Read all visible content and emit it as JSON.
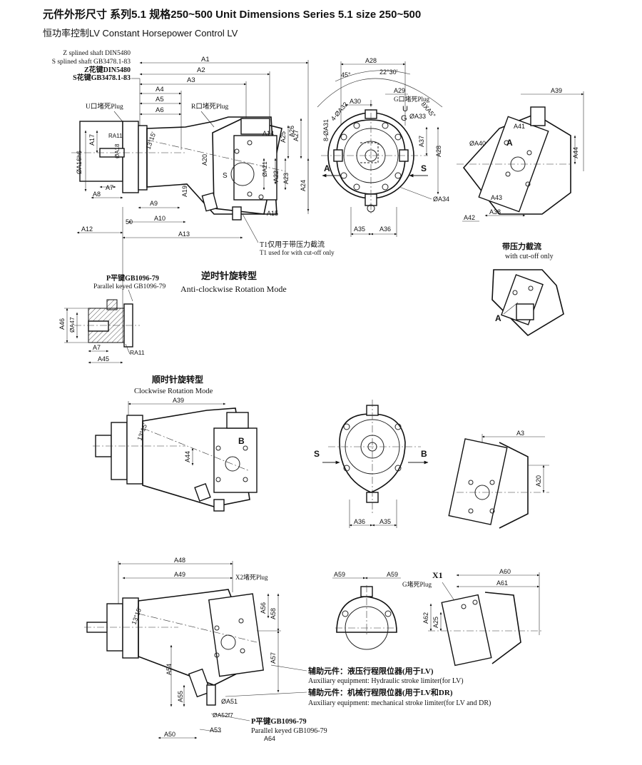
{
  "header": {
    "title": "元件外形尺寸 系列5.1 规格250~500    Unit Dimensions Series 5.1 size 250~500",
    "subtitle": "恒功率控制LV    Constant Horsepower Control LV"
  },
  "top_left_view": {
    "notes": [
      "Z splined shaft DIN5480",
      "S splined shaft GB3478.1-83",
      "Z花键DIN5480",
      "S花键GB3478.1-83"
    ],
    "u_plug": "U口堵死Plug",
    "r_plug": "R口堵死Plug",
    "t1_note_cn": "T1仅用于带压力截流",
    "t1_note_en": "T1 used for with cut-off only",
    "dims": {
      "a1": "A1",
      "a2": "A2",
      "a3": "A3",
      "a4": "A4",
      "a5": "A5",
      "a6": "A6",
      "a7": "A7",
      "a8": "A8",
      "a9": "A9",
      "a10": "A10",
      "a12": "A12",
      "a13": "A13",
      "a14": "A14",
      "a15": "A15",
      "a16": "ØA16h6",
      "a17": "A17",
      "a18": "ØA18",
      "a19": "A19",
      "a20": "A20",
      "a21": "ØA21",
      "a22": "A22",
      "a23": "A23",
      "a24": "A24",
      "a25": "A25",
      "a26": "A26",
      "a27": "A27",
      "ra11": "RA11",
      "angle": "13°15'",
      "fifty": "50",
      "s": "S"
    }
  },
  "top_center_view": {
    "dims": {
      "a28": "A28",
      "a28b": "A28",
      "a29": "A29",
      "a30": "A30",
      "a31": "8-ØA31",
      "a32": "4-ØA32",
      "a33": "ØA33",
      "a34": "ØA34",
      "a35": "A35",
      "a36": "A36",
      "a37": "A37",
      "ang45": "45°",
      "ang22": "22°30'",
      "ang8x": "8XA5°"
    },
    "ports": {
      "g": "G",
      "u": "U",
      "a": "A",
      "s": "S"
    },
    "g_plug": "G口堵死Plug"
  },
  "top_right_view": {
    "dims": {
      "a39": "A39",
      "a40": "ØA40",
      "a41": "A41",
      "a42": "A42",
      "a43": "A43",
      "a44": "A44",
      "a38": "A38"
    },
    "port_a": "A",
    "cutoff_cn": "带压力截流",
    "cutoff_en": "with cut-off only",
    "port_a2": "A"
  },
  "key_view": {
    "title_cn": "P平键GB1096-79",
    "title_en": "Parallel keyed GB1096-79",
    "dims": {
      "a46": "A46",
      "a47": "ØA47",
      "a7": "A7",
      "a45": "A45",
      "ra11": "RA11"
    }
  },
  "acw_mode": {
    "cn": "逆时针旋转型",
    "en": "Anti-clockwise Rotation Mode"
  },
  "cw_mode": {
    "cn": "顺时针旋转型",
    "en": "Clockwise Rotation Mode"
  },
  "middle_left_view": {
    "a39": "A39",
    "a44": "A44",
    "b": "B",
    "angle": "13°15'"
  },
  "middle_center_view": {
    "s": "S",
    "b": "B",
    "a36": "A36",
    "a35": "A35"
  },
  "middle_right_view": {
    "a3": "A3",
    "a20": "A20"
  },
  "bottom_left_view": {
    "dims": {
      "a48": "A48",
      "a49": "A49",
      "a50": "A50",
      "a51": "ØA51",
      "a52": "ØA52f7",
      "a53": "A53",
      "a54": "A54",
      "a55": "A55",
      "a56": "A56",
      "a57": "A57",
      "a58": "A58",
      "a64": "A64",
      "angle": "13°15'"
    },
    "x2_plug": "X2堵死Plug",
    "aux1_cn": "辅助元件：液压行程限位器(用于LV)",
    "aux1_en": "Auxiliary equipment: Hydraulic stroke limiter(for LV)",
    "aux2_cn": "辅助元件：机械行程限位器(用于LV和DR)",
    "aux2_en": "Auxiliary equipment: mechanical stroke limiter(for LV and DR)",
    "key_cn": "P平键GB1096-79",
    "key_en": "Parallel keyed GB1096-79"
  },
  "bottom_center_view": {
    "a59": "A59",
    "a59b": "A59"
  },
  "bottom_right_view": {
    "x1": "X1",
    "g_plug": "G堵死Plug",
    "a60": "A60",
    "a61": "A61",
    "a62": "A62",
    "a25": "A25"
  }
}
